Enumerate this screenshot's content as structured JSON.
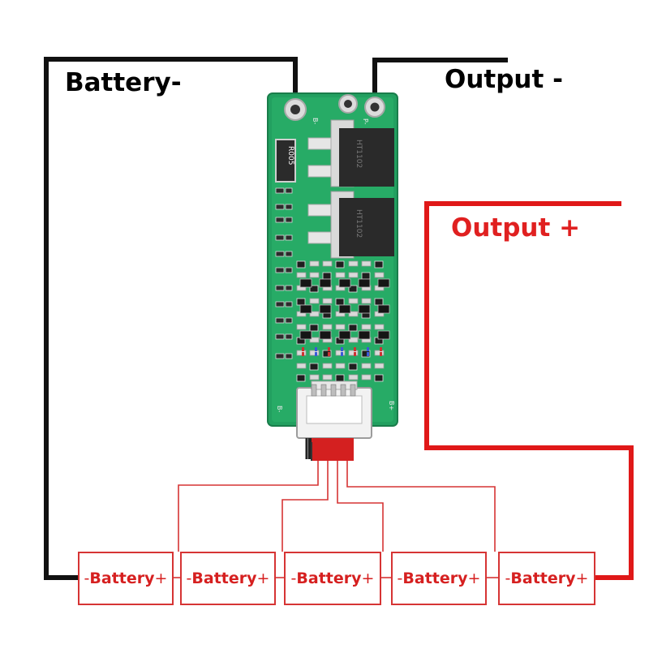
{
  "labels": {
    "battery_negative": "Battery-",
    "output_negative": "Output -",
    "output_positive": "Output +"
  },
  "board": {
    "resistor_code": "R005",
    "pad_b_minus": "B-",
    "pad_p_minus": "P-",
    "connector_b_minus": "B-",
    "connector_b_plus": "B+",
    "mosfet_marking": "HT1102"
  },
  "cells": [
    {
      "minus": "-",
      "label": "Battery",
      "plus": "+"
    },
    {
      "minus": "-",
      "label": "Battery",
      "plus": "+"
    },
    {
      "minus": "-",
      "label": "Battery",
      "plus": "+"
    },
    {
      "minus": "-",
      "label": "Battery",
      "plus": "+"
    },
    {
      "minus": "-",
      "label": "Battery",
      "plus": "+"
    }
  ],
  "colors": {
    "wire_negative": "#111111",
    "wire_positive": "#e01818",
    "balance_wire": "#d63434",
    "pcb": "#22a060",
    "pcb_light": "#35c077",
    "mosfet": "#2a2a2a",
    "heatsink_tab": "#d9d9d9",
    "connector": "#f2f2f2"
  }
}
